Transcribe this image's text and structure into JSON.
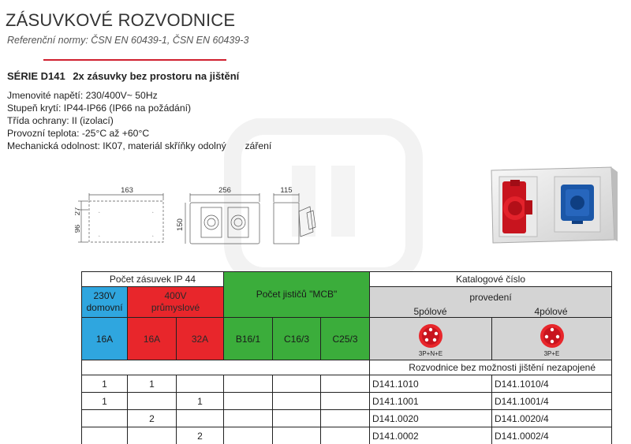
{
  "header": {
    "title": "ZÁSUVKOVÉ ROZVODNICE",
    "subtitle": "Referenční normy: ČSN EN 60439-1, ČSN EN 60439-3"
  },
  "series": {
    "code": "SÉRIE D141",
    "description": "2x zásuvky bez prostoru na jištění"
  },
  "specs": [
    "Jmenovité napětí: 230/400V~ 50Hz",
    "Stupeň krytí: IP44-IP66 (IP66 na požádání)",
    "Třída ochrany: II (izolací)",
    "Provozní teplota: -25°C až +60°C",
    "Mechanická odolnost: IK07, materiál skříňky odolný UV záření"
  ],
  "dimensions": {
    "front_width": "163",
    "top_offset": "27",
    "height_left": "96",
    "width": "256",
    "height": "150",
    "depth": "115"
  },
  "table": {
    "sockets_header": "Počet zásuvek IP 44",
    "domestic_label": "230V domovní",
    "industrial_label": "400V průmyslové",
    "breakers_header": "Počet jističů \"MCB\"",
    "catalog_header": "Katalogové číslo",
    "version_header": "provedení",
    "five_pole": "5pólové",
    "four_pole": "4pólové",
    "five_pole_caption": "3P+N+E",
    "four_pole_caption": "3P+E",
    "col_16a_dom": "16A",
    "col_16a_ind": "16A",
    "col_32a": "32A",
    "col_b16": "B16/1",
    "col_c16": "C16/3",
    "col_c25": "C25/3",
    "subheader": "Rozvodnice bez možnosti jištění nezapojené",
    "rows": [
      {
        "dom16": "1",
        "ind16": "1",
        "ind32": "",
        "b16": "",
        "c16": "",
        "c25": "",
        "cat5": "D141.1010",
        "cat4": "D141.1010/4"
      },
      {
        "dom16": "1",
        "ind16": "",
        "ind32": "1",
        "b16": "",
        "c16": "",
        "c25": "",
        "cat5": "D141.1001",
        "cat4": "D141.1001/4"
      },
      {
        "dom16": "",
        "ind16": "2",
        "ind32": "",
        "b16": "",
        "c16": "",
        "c25": "",
        "cat5": "D141.0020",
        "cat4": "D141.0020/4"
      },
      {
        "dom16": "",
        "ind16": "",
        "ind32": "2",
        "b16": "",
        "c16": "",
        "c25": "",
        "cat5": "D141.0002",
        "cat4": "D141.0002/4"
      }
    ]
  },
  "colors": {
    "accent_red": "#d0202f",
    "domestic_blue": "#2fa6df",
    "industrial_red": "#e8262b",
    "breaker_green": "#3bad3b",
    "catalog_grey": "#d4d4d4"
  }
}
